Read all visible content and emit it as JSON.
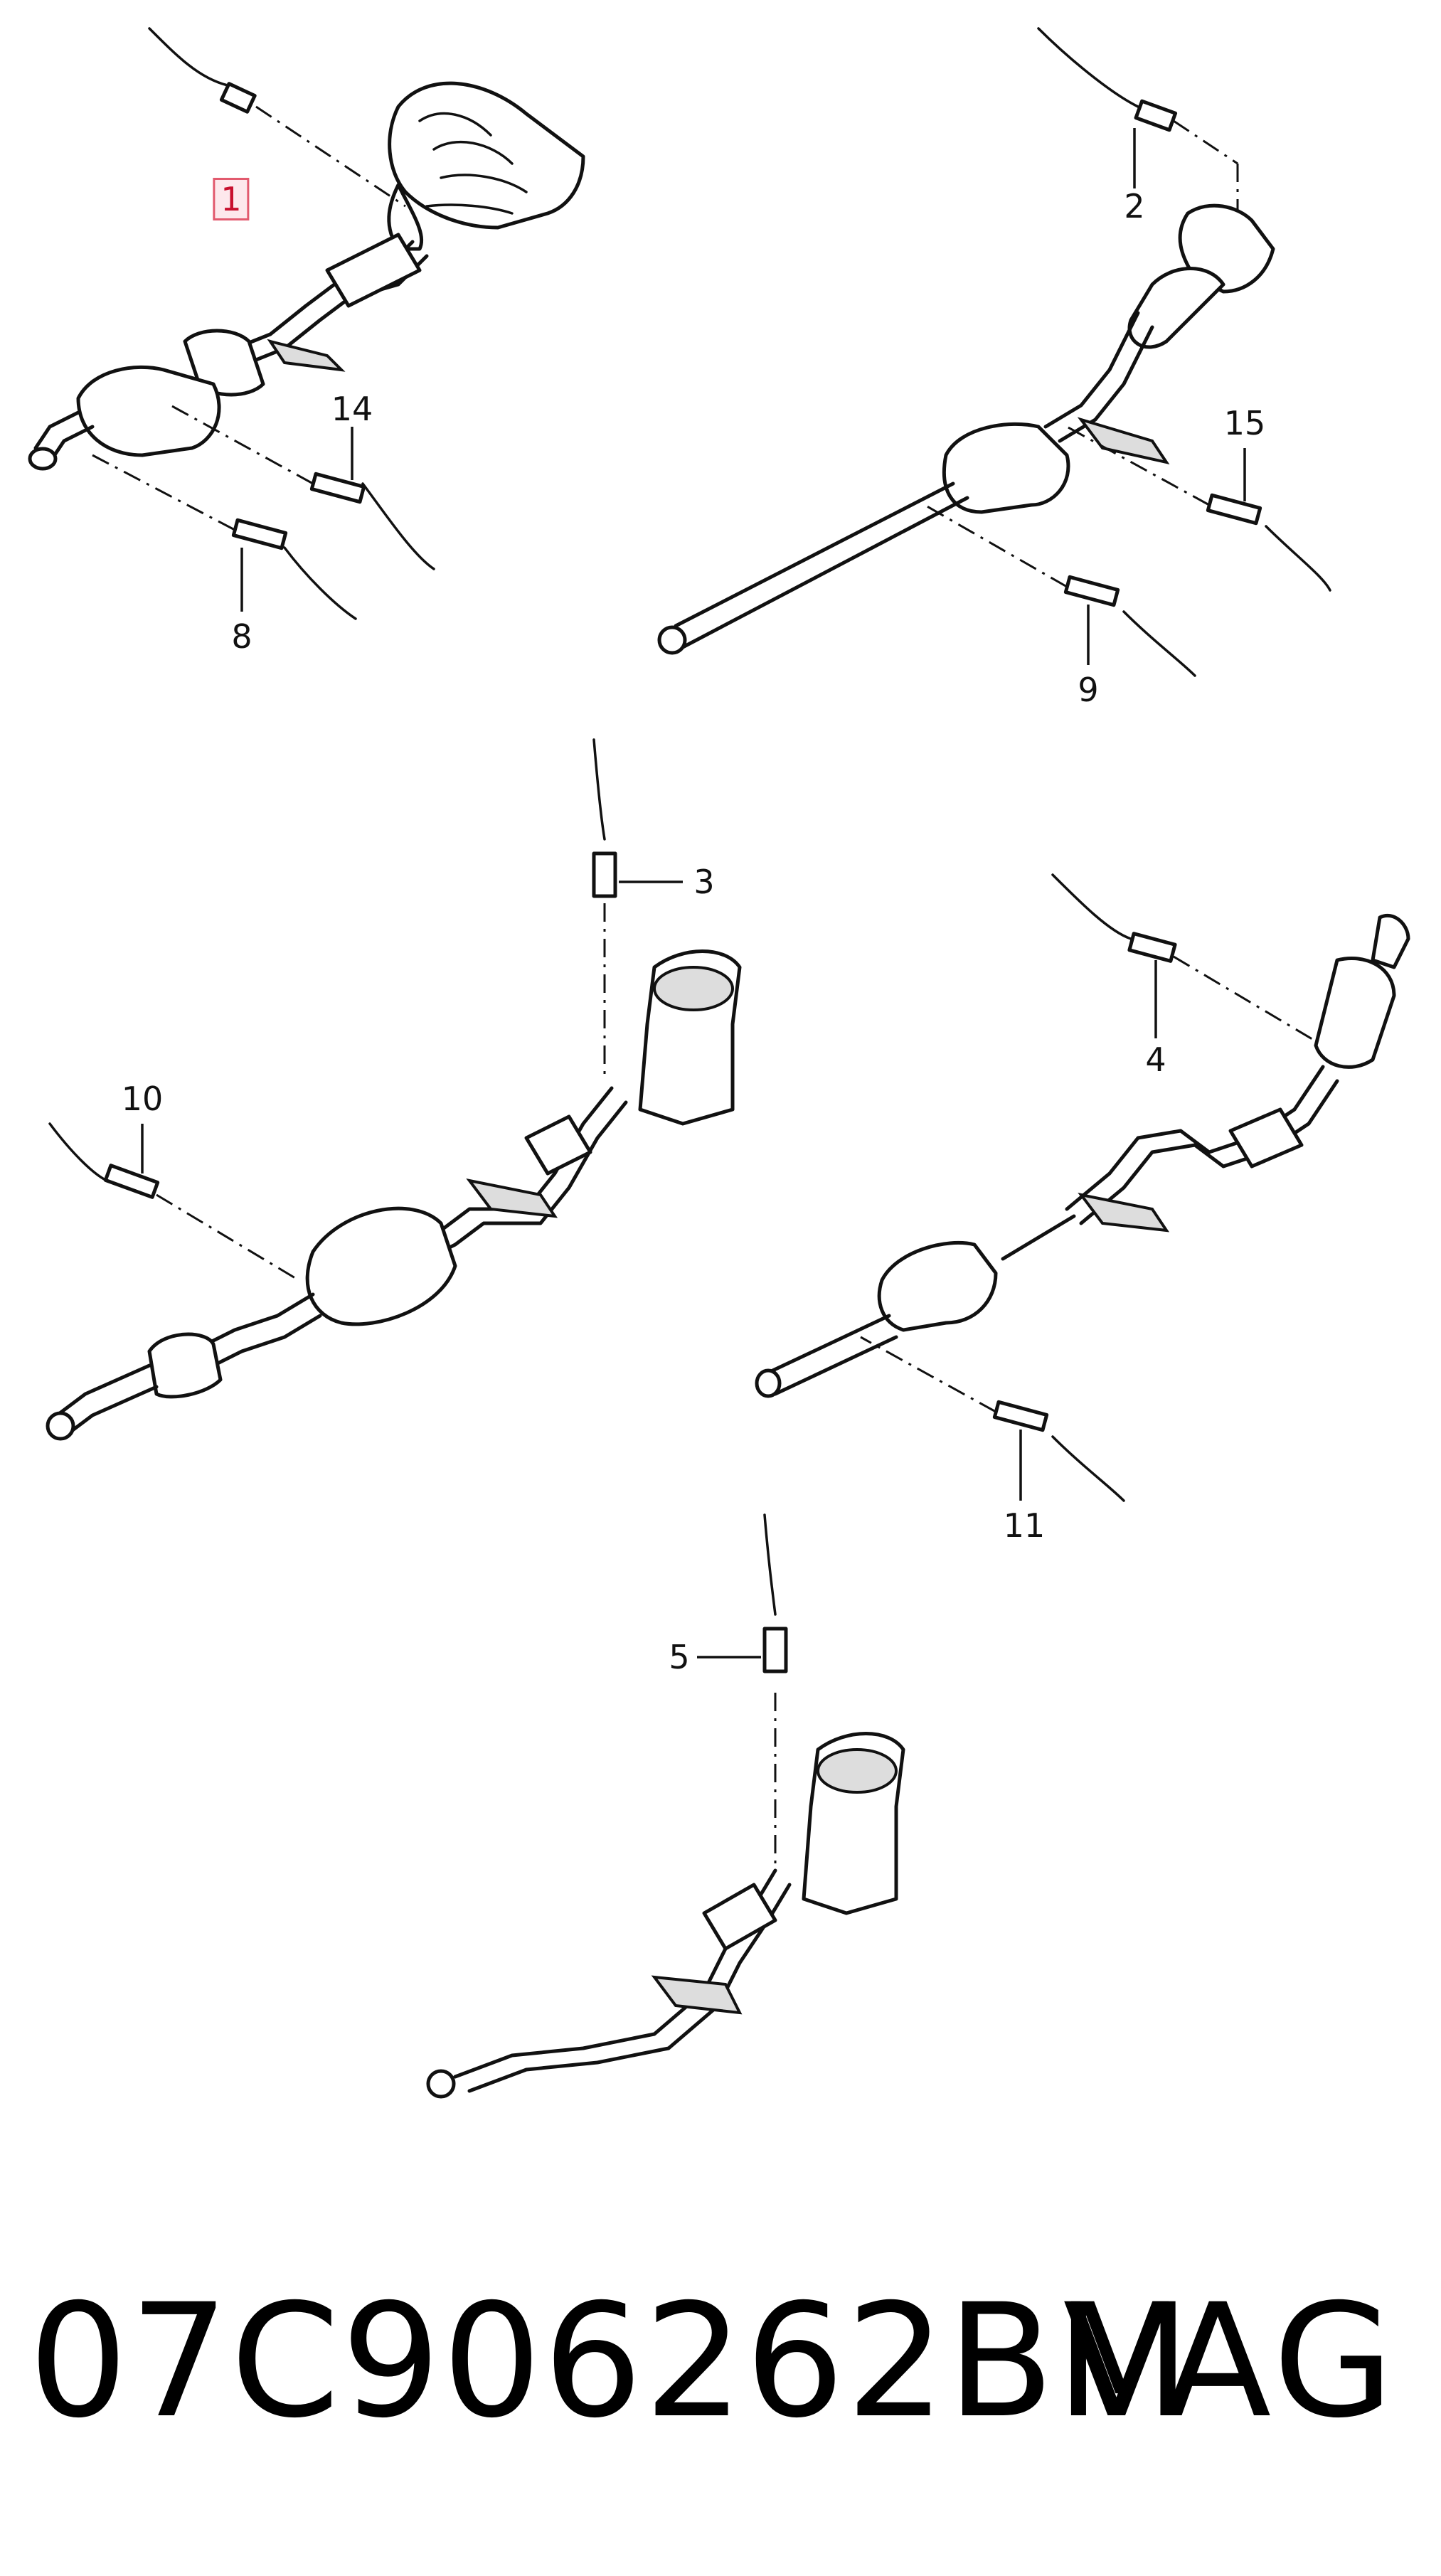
{
  "diagram": {
    "callouts": [
      {
        "id": "1",
        "label": "1",
        "highlighted": true
      },
      {
        "id": "2",
        "label": "2"
      },
      {
        "id": "3",
        "label": "3"
      },
      {
        "id": "4",
        "label": "4"
      },
      {
        "id": "5",
        "label": "5"
      },
      {
        "id": "8",
        "label": "8"
      },
      {
        "id": "9",
        "label": "9"
      },
      {
        "id": "10",
        "label": "10"
      },
      {
        "id": "11",
        "label": "11"
      },
      {
        "id": "14",
        "label": "14"
      },
      {
        "id": "15",
        "label": "15"
      }
    ],
    "highlight_color": "#c8102e"
  },
  "footer": {
    "part_number": "07C906262BM",
    "brand": "VAG"
  }
}
